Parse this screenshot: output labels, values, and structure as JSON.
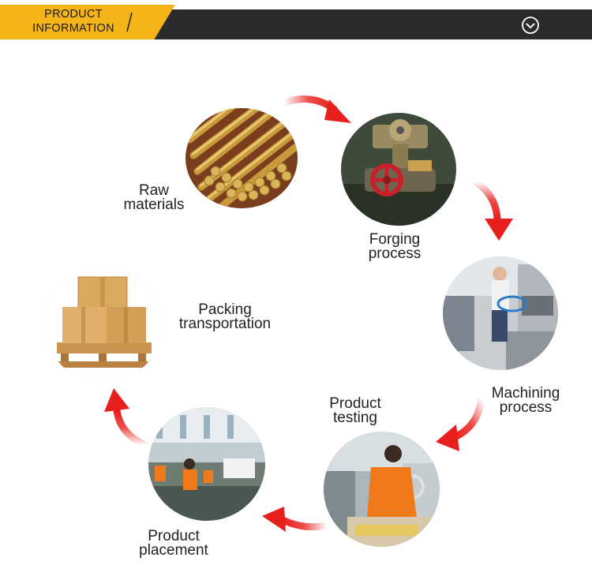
{
  "header": {
    "title_line1": "PRODUCT",
    "title_line2": "INFORMATION",
    "slash_icon": "slash-icon",
    "toggle_icon": "chevron-down-circle-icon"
  },
  "steps": [
    {
      "id": "raw",
      "line1": "Raw",
      "line2": "materials"
    },
    {
      "id": "forging",
      "line1": "Forging",
      "line2": "process"
    },
    {
      "id": "machining",
      "line1": "Machining",
      "line2": "process"
    },
    {
      "id": "testing",
      "line1": "Product",
      "line2": "testing"
    },
    {
      "id": "placement",
      "line1": "Product",
      "line2": "placement"
    },
    {
      "id": "packing",
      "line1": "Packing",
      "line2": "transportation"
    }
  ],
  "colors": {
    "accent": "#f5b417",
    "header_dark": "#2a2a2a",
    "arrow_red": "#e8201d"
  }
}
